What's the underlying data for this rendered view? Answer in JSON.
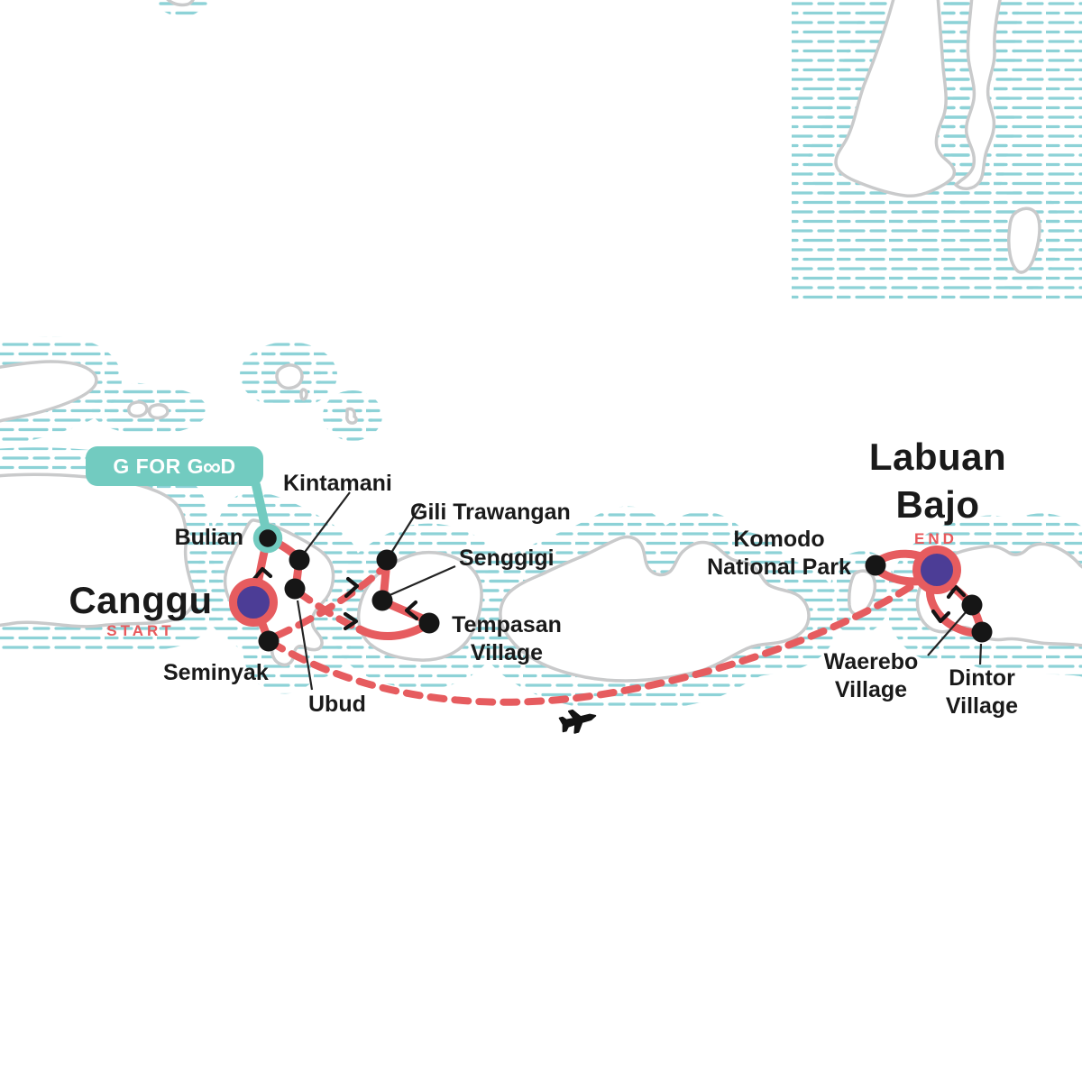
{
  "badge": {
    "full_text": "G FOR GOOD",
    "text_before_infinity": "G FOR G",
    "infinity_glyph": "∞",
    "text_after_infinity": "D"
  },
  "route": {
    "start_tag": "START",
    "end_tag": "END",
    "transport_note_icon": "airplane-icon"
  },
  "stops": [
    {
      "id": "canggu",
      "label": "Canggu",
      "role": "start"
    },
    {
      "id": "bulian",
      "label": "Bulian",
      "role": "g-for-good-stop"
    },
    {
      "id": "kintamani",
      "label": "Kintamani",
      "role": "stop"
    },
    {
      "id": "ubud",
      "label": "Ubud",
      "role": "stop"
    },
    {
      "id": "seminyak",
      "label": "Seminyak",
      "role": "stop"
    },
    {
      "id": "gili-trawangan",
      "label": "Gili Trawangan",
      "role": "stop"
    },
    {
      "id": "senggigi",
      "label": "Senggigi",
      "role": "stop"
    },
    {
      "id": "tempasan-village",
      "label": "Tempasan\nVillage",
      "role": "stop"
    },
    {
      "id": "komodo-national-park",
      "label": "Komodo\nNational Park",
      "role": "stop"
    },
    {
      "id": "labuan-bajo",
      "label": "Labuan\nBajo",
      "role": "end"
    },
    {
      "id": "waerebo-village",
      "label": "Waerebo\nVillage",
      "role": "stop"
    },
    {
      "id": "dintor-village",
      "label": "Dintor\nVillage",
      "role": "stop"
    }
  ],
  "colors": {
    "route_red": "#E65C5F",
    "marker_purple": "#4C3D96",
    "badge_teal": "#72CBC0",
    "water_hatch_teal": "#8DD2D7",
    "coastline_grey": "#C9CACB",
    "stop_black": "#161616"
  }
}
